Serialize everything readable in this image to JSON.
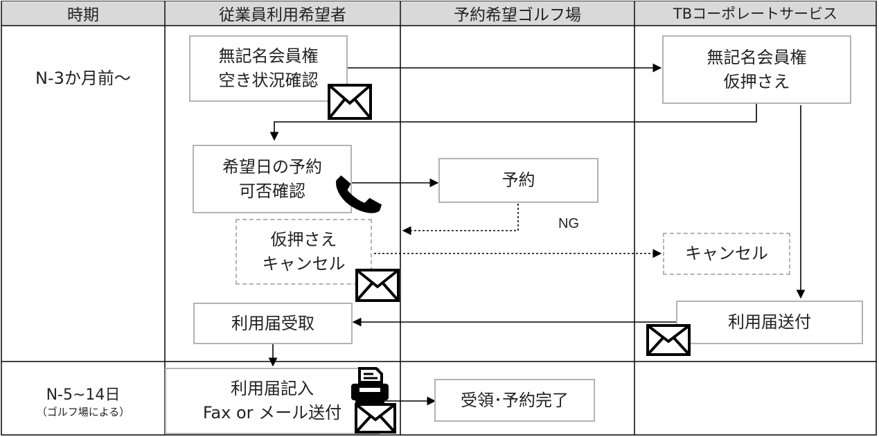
{
  "headers": {
    "period": "時期",
    "employee": "従業員利用希望者",
    "golf": "予約希望ゴルフ場",
    "tb": "TBコーポレートサービス"
  },
  "periods": {
    "p1": "N-3か月前～",
    "p2_line1": "N-5~14日",
    "p2_line2": "（ゴルフ場による）"
  },
  "nodes": {
    "check_line1": "無記名会員権",
    "check_line2": "空き状況確認",
    "hold_line1": "無記名会員権",
    "hold_line2": "仮押さえ",
    "date_line1": "希望日の予約",
    "date_line2": "可否確認",
    "reserve": "予約",
    "cancel_req_line1": "仮押さえ",
    "cancel_req_line2": "キャンセル",
    "cancel": "キャンセル",
    "receive": "利用届受取",
    "send": "利用届送付",
    "fill_line1": "利用届記入",
    "fill_line2": "Fax or メール送付",
    "complete": "受領･予約完了"
  },
  "edge_labels": {
    "ng": "NG"
  },
  "icons": [
    "envelope-icon",
    "phone-icon",
    "fax-icon"
  ]
}
